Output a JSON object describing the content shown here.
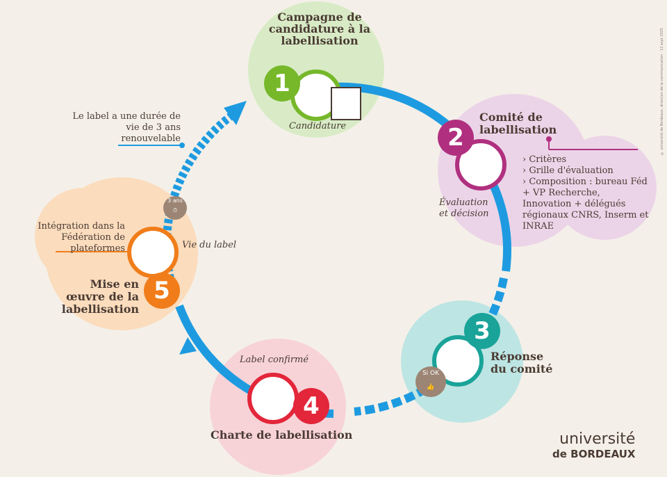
{
  "colors": {
    "arrow": "#1e9be0",
    "green": "#76b82a",
    "magenta": "#b0307f",
    "teal": "#1aa399",
    "red": "#e3263a",
    "orange": "#f07d1a"
  },
  "steps": [
    {
      "num": "1",
      "title": "Campagne de candidature à la labellisation",
      "caption": "Candidature"
    },
    {
      "num": "2",
      "title": "Comité de labellisation",
      "caption": "Évaluation et décision",
      "items": [
        "Critères",
        "Grille d'évaluation",
        "Composition : bureau Féd + VP Recherche, Innovation + délégués régionaux CNRS, Inserm et INRAE"
      ]
    },
    {
      "num": "3",
      "title": "Réponse du comité",
      "badge": "Si OK"
    },
    {
      "num": "4",
      "title": "Charte de labellisation",
      "caption": "Label confirmé"
    },
    {
      "num": "5",
      "title": "Mise en œuvre de la labellisation",
      "caption": "Vie du label",
      "note": "Intégration dans la Fédération de plateformes",
      "badge": "3 ans"
    }
  ],
  "label_note": "Le label a une durée de vie de 3 ans renouvelable",
  "logo": {
    "line1": "université",
    "line2": "de BORDEAUX"
  },
  "copyright": "© université de Bordeaux, direction de la communication - 12 sept 2025"
}
